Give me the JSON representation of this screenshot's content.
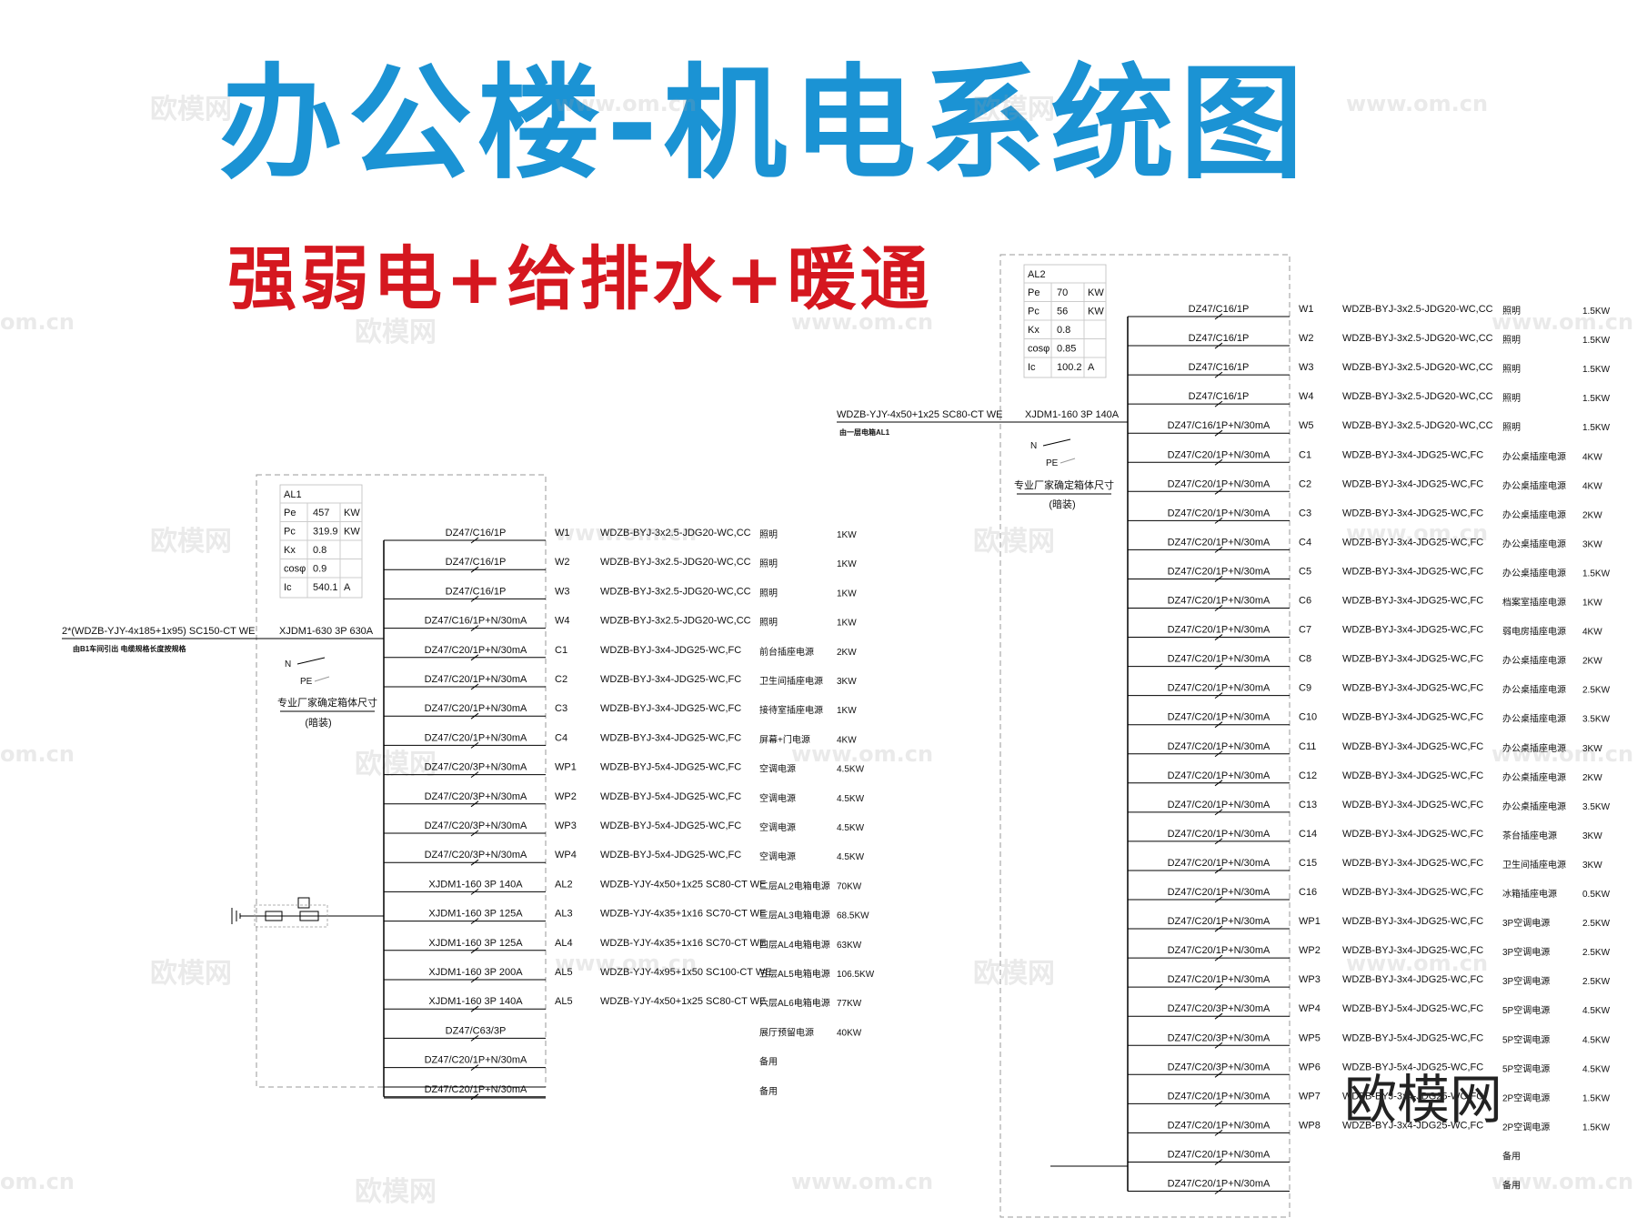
{
  "title": "办公楼-机电系统图",
  "subtitle": "强弱电+给排水+暖通",
  "watermarks": [
    "欧模网",
    "www.om.cn",
    "om.cn"
  ],
  "watermark_big": "欧模网",
  "colors": {
    "title": "#1b93d4",
    "subtitle": "#d5171f",
    "line": "#000000",
    "dash": "#9a9a9a"
  },
  "panels": [
    {
      "name": "AL1",
      "params": [
        {
          "k": "Pe",
          "v": "457",
          "u": "KW"
        },
        {
          "k": "Pc",
          "v": "319.9",
          "u": "KW"
        },
        {
          "k": "Kx",
          "v": "0.8",
          "u": ""
        },
        {
          "k": "cosφ",
          "v": "0.9",
          "u": ""
        },
        {
          "k": "Ic",
          "v": "540.1",
          "u": "A"
        }
      ],
      "incoming_cable": "2*(WDZB-YJY-4x185+1x95) SC150-CT WE",
      "incoming_note": "由B1车间引出  电缆规格长度按规格",
      "main_breaker": "XJDM1-630 3P 630A",
      "switch_labels": [
        "N",
        "PE"
      ],
      "box_note": "专业厂家确定箱体尺寸",
      "mount": "(暗装)",
      "circuits": [
        {
          "breaker": "DZ47/C16/1P",
          "id": "W1",
          "cable": "WDZB-BYJ-3x2.5-JDG20-WC,CC",
          "use": "照明",
          "power": "1KW"
        },
        {
          "breaker": "DZ47/C16/1P",
          "id": "W2",
          "cable": "WDZB-BYJ-3x2.5-JDG20-WC,CC",
          "use": "照明",
          "power": "1KW"
        },
        {
          "breaker": "DZ47/C16/1P",
          "id": "W3",
          "cable": "WDZB-BYJ-3x2.5-JDG20-WC,CC",
          "use": "照明",
          "power": "1KW"
        },
        {
          "breaker": "DZ47/C16/1P+N/30mA",
          "id": "W4",
          "cable": "WDZB-BYJ-3x2.5-JDG20-WC,CC",
          "use": "照明",
          "power": "1KW"
        },
        {
          "breaker": "DZ47/C20/1P+N/30mA",
          "id": "C1",
          "cable": "WDZB-BYJ-3x4-JDG25-WC,FC",
          "use": "前台插座电源",
          "power": "2KW"
        },
        {
          "breaker": "DZ47/C20/1P+N/30mA",
          "id": "C2",
          "cable": "WDZB-BYJ-3x4-JDG25-WC,FC",
          "use": "卫生间插座电源",
          "power": "3KW"
        },
        {
          "breaker": "DZ47/C20/1P+N/30mA",
          "id": "C3",
          "cable": "WDZB-BYJ-3x4-JDG25-WC,FC",
          "use": "接待室插座电源",
          "power": "1KW"
        },
        {
          "breaker": "DZ47/C20/1P+N/30mA",
          "id": "C4",
          "cable": "WDZB-BYJ-3x4-JDG25-WC,FC",
          "use": "屏幕+门电源",
          "power": "4KW"
        },
        {
          "breaker": "DZ47/C20/3P+N/30mA",
          "id": "WP1",
          "cable": "WDZB-BYJ-5x4-JDG25-WC,FC",
          "use": "空调电源",
          "power": "4.5KW"
        },
        {
          "breaker": "DZ47/C20/3P+N/30mA",
          "id": "WP2",
          "cable": "WDZB-BYJ-5x4-JDG25-WC,FC",
          "use": "空调电源",
          "power": "4.5KW"
        },
        {
          "breaker": "DZ47/C20/3P+N/30mA",
          "id": "WP3",
          "cable": "WDZB-BYJ-5x4-JDG25-WC,FC",
          "use": "空调电源",
          "power": "4.5KW"
        },
        {
          "breaker": "DZ47/C20/3P+N/30mA",
          "id": "WP4",
          "cable": "WDZB-BYJ-5x4-JDG25-WC,FC",
          "use": "空调电源",
          "power": "4.5KW"
        },
        {
          "breaker": "XJDM1-160 3P 140A",
          "id": "AL2",
          "cable": "WDZB-YJY-4x50+1x25 SC80-CT WE",
          "use": "二层AL2电箱电源",
          "power": "70KW"
        },
        {
          "breaker": "XJDM1-160 3P 125A",
          "id": "AL3",
          "cable": "WDZB-YJY-4x35+1x16 SC70-CT WE",
          "use": "三层AL3电箱电源",
          "power": "68.5KW"
        },
        {
          "breaker": "XJDM1-160 3P 125A",
          "id": "AL4",
          "cable": "WDZB-YJY-4x35+1x16 SC70-CT WE",
          "use": "四层AL4电箱电源",
          "power": "63KW"
        },
        {
          "breaker": "XJDM1-160 3P 200A",
          "id": "AL5",
          "cable": "WDZB-YJY-4x95+1x50 SC100-CT WE",
          "use": "五层AL5电箱电源",
          "power": "106.5KW"
        },
        {
          "breaker": "XJDM1-160 3P 140A",
          "id": "AL5",
          "cable": "WDZB-YJY-4x50+1x25 SC80-CT WE",
          "use": "六层AL6电箱电源",
          "power": "77KW"
        },
        {
          "breaker": "DZ47/C63/3P",
          "id": "",
          "cable": "",
          "use": "展厅预留电源",
          "power": "40KW"
        },
        {
          "breaker": "DZ47/C20/1P+N/30mA",
          "id": "",
          "cable": "",
          "use": "备用",
          "power": ""
        },
        {
          "breaker": "DZ47/C20/1P+N/30mA",
          "id": "",
          "cable": "",
          "use": "备用",
          "power": ""
        }
      ]
    },
    {
      "name": "AL2",
      "params": [
        {
          "k": "Pe",
          "v": "70",
          "u": "KW"
        },
        {
          "k": "Pc",
          "v": "56",
          "u": "KW"
        },
        {
          "k": "Kx",
          "v": "0.8",
          "u": ""
        },
        {
          "k": "cosφ",
          "v": "0.85",
          "u": ""
        },
        {
          "k": "Ic",
          "v": "100.2",
          "u": "A"
        }
      ],
      "incoming_cable": "WDZB-YJY-4x50+1x25 SC80-CT WE",
      "incoming_note": "由一层电箱AL1",
      "main_breaker": "XJDM1-160 3P 140A",
      "switch_labels": [
        "N",
        "PE"
      ],
      "box_note": "专业厂家确定箱体尺寸",
      "mount": "(暗装)",
      "circuits": [
        {
          "breaker": "DZ47/C16/1P",
          "id": "W1",
          "cable": "WDZB-BYJ-3x2.5-JDG20-WC,CC",
          "use": "照明",
          "power": "1.5KW"
        },
        {
          "breaker": "DZ47/C16/1P",
          "id": "W2",
          "cable": "WDZB-BYJ-3x2.5-JDG20-WC,CC",
          "use": "照明",
          "power": "1.5KW"
        },
        {
          "breaker": "DZ47/C16/1P",
          "id": "W3",
          "cable": "WDZB-BYJ-3x2.5-JDG20-WC,CC",
          "use": "照明",
          "power": "1.5KW"
        },
        {
          "breaker": "DZ47/C16/1P",
          "id": "W4",
          "cable": "WDZB-BYJ-3x2.5-JDG20-WC,CC",
          "use": "照明",
          "power": "1.5KW"
        },
        {
          "breaker": "DZ47/C16/1P+N/30mA",
          "id": "W5",
          "cable": "WDZB-BYJ-3x2.5-JDG20-WC,CC",
          "use": "照明",
          "power": "1.5KW"
        },
        {
          "breaker": "DZ47/C20/1P+N/30mA",
          "id": "C1",
          "cable": "WDZB-BYJ-3x4-JDG25-WC,FC",
          "use": "办公桌插座电源",
          "power": "4KW"
        },
        {
          "breaker": "DZ47/C20/1P+N/30mA",
          "id": "C2",
          "cable": "WDZB-BYJ-3x4-JDG25-WC,FC",
          "use": "办公桌插座电源",
          "power": "4KW"
        },
        {
          "breaker": "DZ47/C20/1P+N/30mA",
          "id": "C3",
          "cable": "WDZB-BYJ-3x4-JDG25-WC,FC",
          "use": "办公桌插座电源",
          "power": "2KW"
        },
        {
          "breaker": "DZ47/C20/1P+N/30mA",
          "id": "C4",
          "cable": "WDZB-BYJ-3x4-JDG25-WC,FC",
          "use": "办公桌插座电源",
          "power": "3KW"
        },
        {
          "breaker": "DZ47/C20/1P+N/30mA",
          "id": "C5",
          "cable": "WDZB-BYJ-3x4-JDG25-WC,FC",
          "use": "办公桌插座电源",
          "power": "1.5KW"
        },
        {
          "breaker": "DZ47/C20/1P+N/30mA",
          "id": "C6",
          "cable": "WDZB-BYJ-3x4-JDG25-WC,FC",
          "use": "档案室插座电源",
          "power": "1KW"
        },
        {
          "breaker": "DZ47/C20/1P+N/30mA",
          "id": "C7",
          "cable": "WDZB-BYJ-3x4-JDG25-WC,FC",
          "use": "弱电房插座电源",
          "power": "4KW"
        },
        {
          "breaker": "DZ47/C20/1P+N/30mA",
          "id": "C8",
          "cable": "WDZB-BYJ-3x4-JDG25-WC,FC",
          "use": "办公桌插座电源",
          "power": "2KW"
        },
        {
          "breaker": "DZ47/C20/1P+N/30mA",
          "id": "C9",
          "cable": "WDZB-BYJ-3x4-JDG25-WC,FC",
          "use": "办公桌插座电源",
          "power": "2.5KW"
        },
        {
          "breaker": "DZ47/C20/1P+N/30mA",
          "id": "C10",
          "cable": "WDZB-BYJ-3x4-JDG25-WC,FC",
          "use": "办公桌插座电源",
          "power": "3.5KW"
        },
        {
          "breaker": "DZ47/C20/1P+N/30mA",
          "id": "C11",
          "cable": "WDZB-BYJ-3x4-JDG25-WC,FC",
          "use": "办公桌插座电源",
          "power": "3KW"
        },
        {
          "breaker": "DZ47/C20/1P+N/30mA",
          "id": "C12",
          "cable": "WDZB-BYJ-3x4-JDG25-WC,FC",
          "use": "办公桌插座电源",
          "power": "2KW"
        },
        {
          "breaker": "DZ47/C20/1P+N/30mA",
          "id": "C13",
          "cable": "WDZB-BYJ-3x4-JDG25-WC,FC",
          "use": "办公桌插座电源",
          "power": "3.5KW"
        },
        {
          "breaker": "DZ47/C20/1P+N/30mA",
          "id": "C14",
          "cable": "WDZB-BYJ-3x4-JDG25-WC,FC",
          "use": "茶台插座电源",
          "power": "3KW"
        },
        {
          "breaker": "DZ47/C20/1P+N/30mA",
          "id": "C15",
          "cable": "WDZB-BYJ-3x4-JDG25-WC,FC",
          "use": "卫生间插座电源",
          "power": "3KW"
        },
        {
          "breaker": "DZ47/C20/1P+N/30mA",
          "id": "C16",
          "cable": "WDZB-BYJ-3x4-JDG25-WC,FC",
          "use": "冰箱插座电源",
          "power": "0.5KW"
        },
        {
          "breaker": "DZ47/C20/1P+N/30mA",
          "id": "WP1",
          "cable": "WDZB-BYJ-3x4-JDG25-WC,FC",
          "use": "3P空调电源",
          "power": "2.5KW"
        },
        {
          "breaker": "DZ47/C20/1P+N/30mA",
          "id": "WP2",
          "cable": "WDZB-BYJ-3x4-JDG25-WC,FC",
          "use": "3P空调电源",
          "power": "2.5KW"
        },
        {
          "breaker": "DZ47/C20/1P+N/30mA",
          "id": "WP3",
          "cable": "WDZB-BYJ-3x4-JDG25-WC,FC",
          "use": "3P空调电源",
          "power": "2.5KW"
        },
        {
          "breaker": "DZ47/C20/3P+N/30mA",
          "id": "WP4",
          "cable": "WDZB-BYJ-5x4-JDG25-WC,FC",
          "use": "5P空调电源",
          "power": "4.5KW"
        },
        {
          "breaker": "DZ47/C20/3P+N/30mA",
          "id": "WP5",
          "cable": "WDZB-BYJ-5x4-JDG25-WC,FC",
          "use": "5P空调电源",
          "power": "4.5KW"
        },
        {
          "breaker": "DZ47/C20/3P+N/30mA",
          "id": "WP6",
          "cable": "WDZB-BYJ-5x4-JDG25-WC,FC",
          "use": "5P空调电源",
          "power": "4.5KW"
        },
        {
          "breaker": "DZ47/C20/1P+N/30mA",
          "id": "WP7",
          "cable": "WDZB-BYJ-3x4-JDG25-WC,FC",
          "use": "2P空调电源",
          "power": "1.5KW"
        },
        {
          "breaker": "DZ47/C20/1P+N/30mA",
          "id": "WP8",
          "cable": "WDZB-BYJ-3x4-JDG25-WC,FC",
          "use": "2P空调电源",
          "power": "1.5KW"
        },
        {
          "breaker": "DZ47/C20/1P+N/30mA",
          "id": "",
          "cable": "",
          "use": "备用",
          "power": ""
        },
        {
          "breaker": "DZ47/C20/1P+N/30mA",
          "id": "",
          "cable": "",
          "use": "备用",
          "power": ""
        }
      ]
    }
  ]
}
